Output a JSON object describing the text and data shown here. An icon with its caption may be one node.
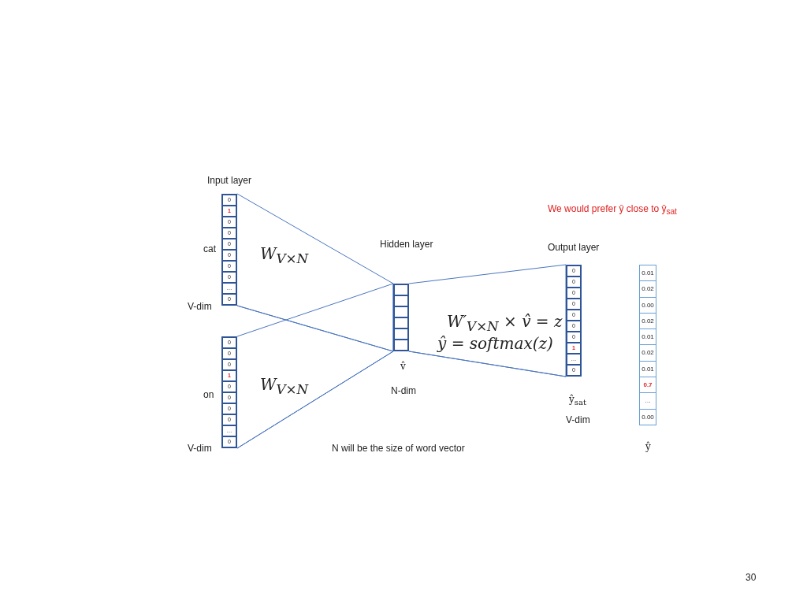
{
  "diagram": {
    "nodes": [
      {
        "text": [
          "0",
          "**1**",
          "0",
          "0",
          "0",
          "0",
          "0",
          "0",
          "…",
          "0"
        ],
        "beside": [
          "Input layer",
          "cat",
          "V-dim"
        ]
      },
      {
        "text": [
          "0",
          "0",
          "0",
          "**1**",
          "0",
          "0",
          "0",
          "0",
          "…",
          "0"
        ],
        "beside": [
          "on",
          "V-dim"
        ]
      },
      {
        "text": [],
        "shape": "box",
        "beside": [
          "Hidden layer",
          "v̂",
          "N-dim"
        ]
      },
      {
        "text": [
          "0",
          "0",
          "0",
          "0",
          "0",
          "0",
          "0",
          "**1**",
          "…",
          "0"
        ],
        "beside": [
          "Output layer",
          "ŷ$_{sat}$",
          "V-dim"
        ]
      },
      {
        "text": [
          "0.01",
          "0.02",
          "0.00",
          "0.02",
          "0.01",
          "0.02",
          "0.01",
          "**0.7**",
          "…",
          "0.00"
        ],
        "beside": [
          "ŷ"
        ]
      }
    ],
    "edges": [
      {
        "from": 0,
        "to": 2,
        "arrow": "none"
      },
      {
        "from": 1,
        "to": 2,
        "arrow": "none"
      },
      {
        "from": 2,
        "to": 3,
        "arrow": "none"
      }
    ],
    "labels": [
      "We would prefer ŷ close to ŷ$_{sat}$",
      "W$_{V×N}$",
      "W$_{V×N}$",
      "W′$_{V×N}$ × v̂ = z",
      "ŷ = softmax(z)",
      "N will be the size of word vector",
      "30"
    ]
  }
}
